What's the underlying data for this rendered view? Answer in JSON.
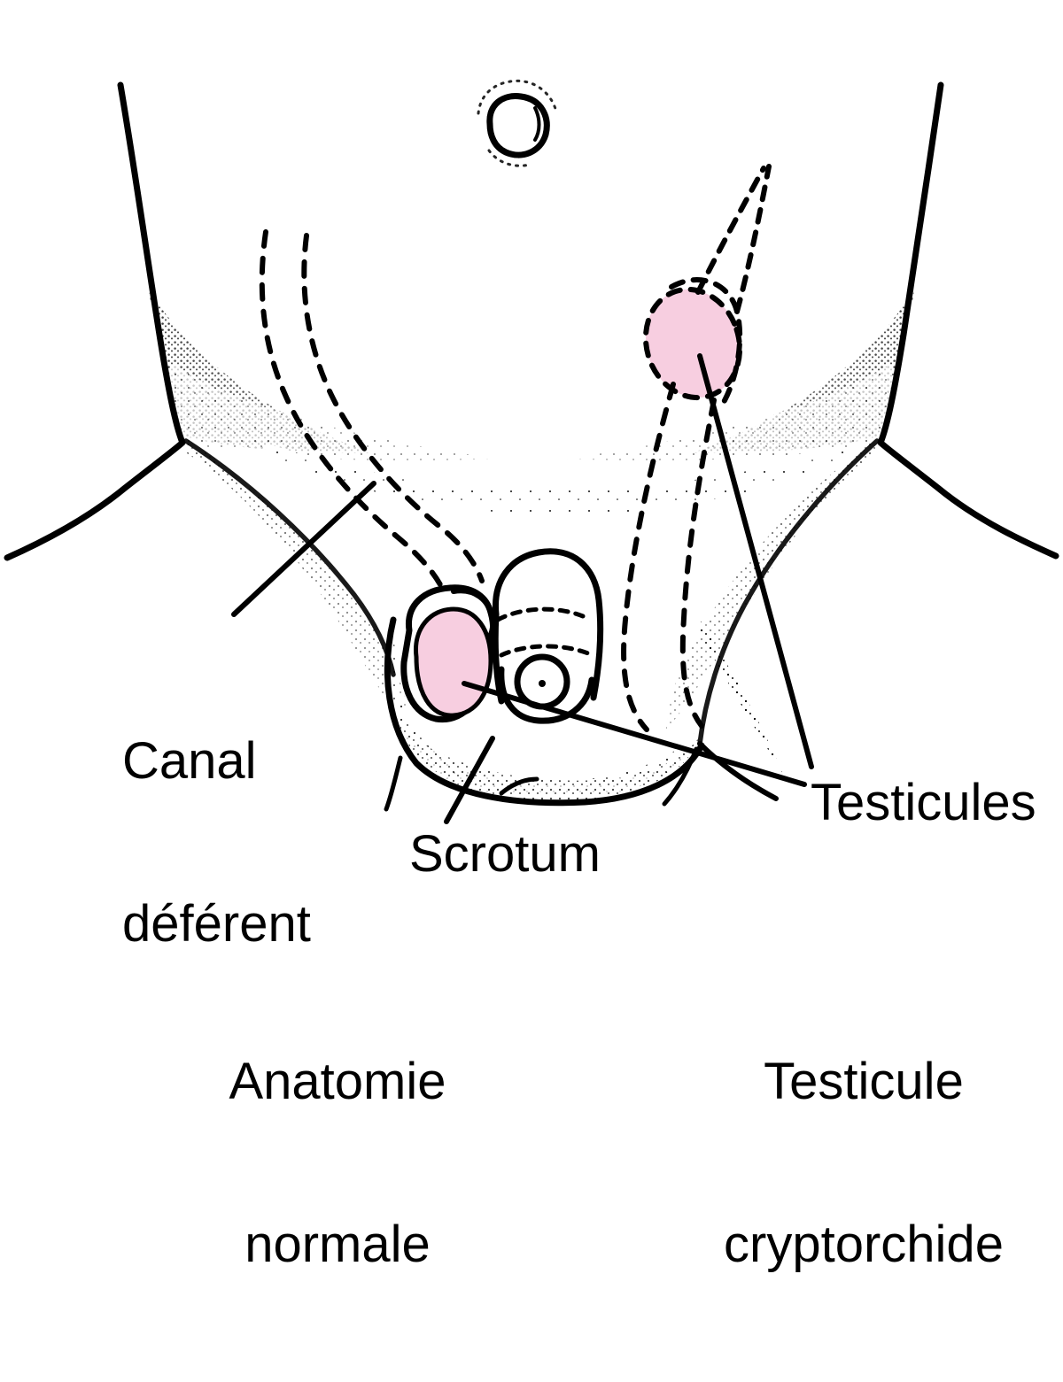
{
  "figure": {
    "title": "Anatomie du testicule : anatomie normale et testicule cryptorchide",
    "background_color": "#ffffff",
    "ink_color": "#000000",
    "testicle_fill_color": "#F7CEE0",
    "testicle_stroke_color": "#000000"
  },
  "callouts": [
    {
      "id": "canal-deferent",
      "line1": "Canal",
      "line2": "déférent",
      "full": "Canal déférent"
    },
    {
      "id": "scrotum",
      "line1": "Scrotum",
      "line2": "",
      "full": "Scrotum"
    },
    {
      "id": "testicules",
      "line1": "Testicules",
      "line2": "",
      "full": "Testicules"
    }
  ],
  "labels": {
    "canal_deferent_line1": "Canal",
    "canal_deferent_line2": "déférent",
    "scrotum": "Scrotum",
    "testicules": "Testicules"
  },
  "captions": {
    "left_line1": "Anatomie",
    "left_line2": "normale",
    "right_line1": "Testicule",
    "right_line2": "cryptorchide"
  },
  "anatomy_parts": [
    "torse",
    "hanche-gauche",
    "hanche-droite",
    "nombril",
    "scrotum",
    "penis",
    "gland",
    "meat-urinaire",
    "testicule-scrotal",
    "testicule-cryptorchide",
    "canal-deferent-gauche",
    "canal-deferent-droit",
    "trajet-descente-droit"
  ]
}
